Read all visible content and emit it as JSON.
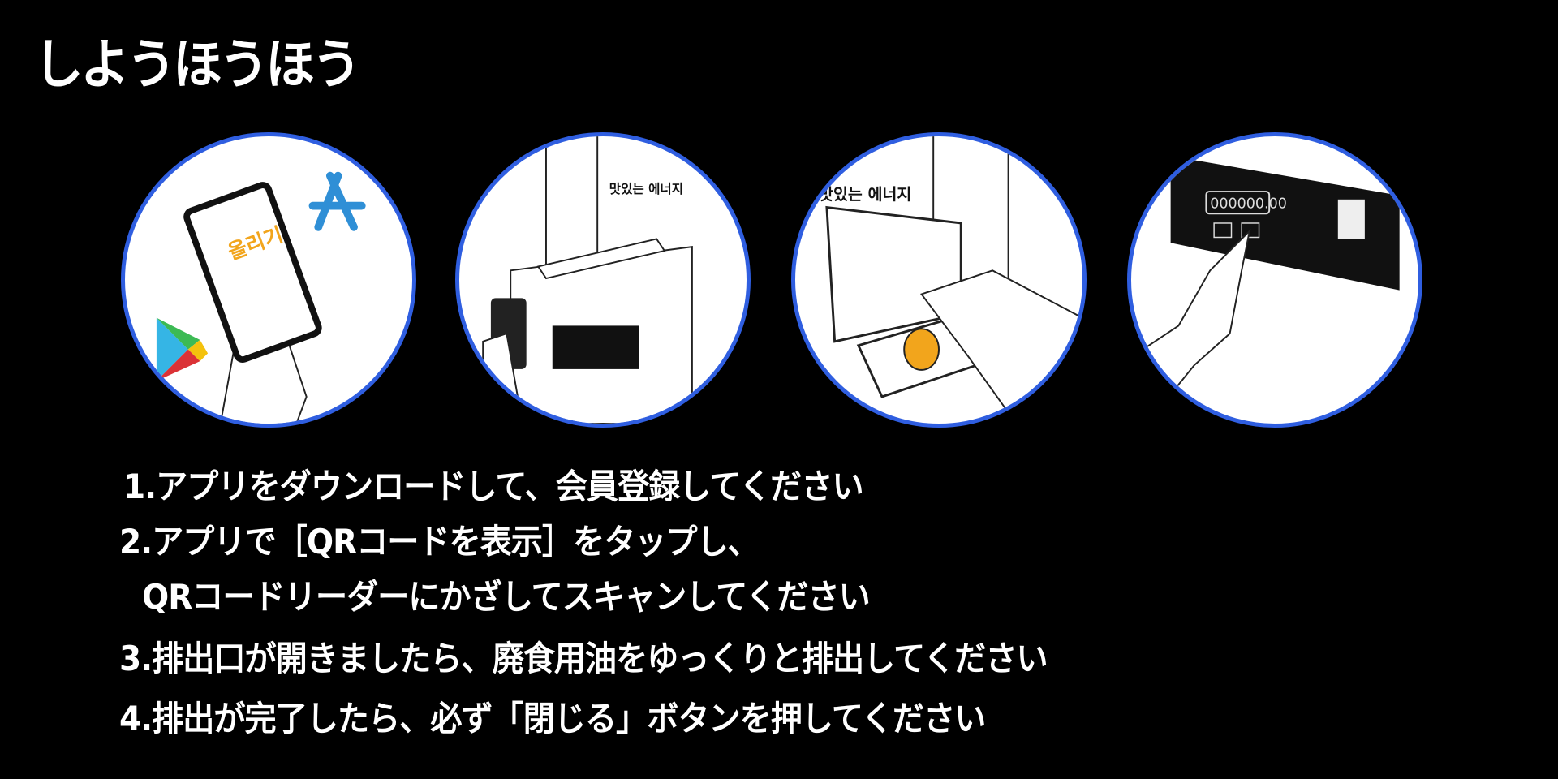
{
  "title": "しようほうほう",
  "steps": [
    {
      "number": "1.",
      "text": "アプリをダウンロードして、会員登録してください"
    },
    {
      "number": "2.",
      "text": "アプリで［QRコードを表示］をタップし、",
      "continuation": "QRコードリーダーにかざしてスキャンしてください"
    },
    {
      "number": "3.",
      "text": "排出口が開きましたら、廃食用油をゆっくりと排出してください"
    },
    {
      "number": "4.",
      "text": "排出が完了したら、必ず「閉じる」ボタンを押してください"
    }
  ],
  "illustrations": [
    {
      "name": "download-app",
      "logo_text": "올리기"
    },
    {
      "name": "scan-qr",
      "sign_text": "맛있는 에너지"
    },
    {
      "name": "pour-oil",
      "sign_text": "맛있는 에너지"
    },
    {
      "name": "press-close",
      "display_text": "000000.00"
    }
  ],
  "colors": {
    "background": "#000000",
    "circle_border": "#2f5ee0",
    "oil": "#f2a51c",
    "app_store_blue": "#2f8fd6"
  }
}
